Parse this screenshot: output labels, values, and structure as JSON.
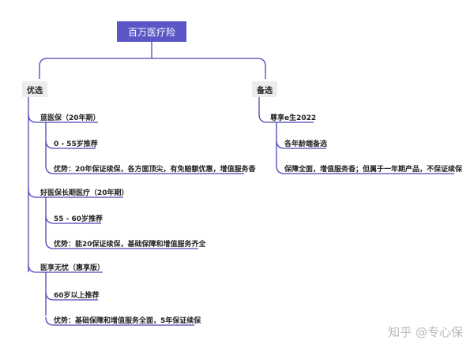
{
  "root": "百万医疗险",
  "branches": [
    {
      "label": "优选",
      "children": [
        {
          "label": "蓝医保（20年期）",
          "children": [
            {
              "label": "0 - 55岁推荐"
            },
            {
              "label": "优势：20年保证续保，各方面顶尖，有免赔额优惠，增值服务香"
            }
          ]
        },
        {
          "label": "好医保长期医疗（20年期）",
          "children": [
            {
              "label": "55 - 60岁推荐"
            },
            {
              "label": "优势：能20保证续保，基础保障和增值服务齐全"
            }
          ]
        },
        {
          "label": "医享无忧（惠享版）",
          "children": [
            {
              "label": "60岁以上推荐"
            },
            {
              "label": "优势：基础保障和增值服务全面，5年保证续保"
            }
          ]
        }
      ]
    },
    {
      "label": "备选",
      "children": [
        {
          "label": "尊享e生2022",
          "children": [
            {
              "label": "各年龄端备选"
            },
            {
              "label": "保障全面，增值服务香；但属于一年期产品，不保证续保"
            }
          ]
        }
      ]
    }
  ],
  "watermark": "知乎 @专心保",
  "colors": {
    "connector": "#4a46b8",
    "root_fill": "#5a56c8",
    "branch_fill": "#ececec"
  }
}
